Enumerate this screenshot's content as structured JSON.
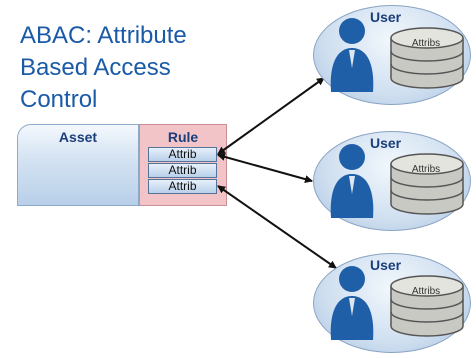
{
  "title": {
    "lines": [
      "ABAC: Attribute",
      "Based Access",
      "Control"
    ]
  },
  "asset": {
    "label": "Asset"
  },
  "rule": {
    "label": "Rule",
    "attribs": [
      "Attrib",
      "Attrib",
      "Attrib"
    ]
  },
  "users": [
    {
      "label": "User",
      "store_label": "Attribs"
    },
    {
      "label": "User",
      "store_label": "Attribs"
    },
    {
      "label": "User",
      "store_label": "Attribs"
    }
  ],
  "colors": {
    "title": "#1a5aa6",
    "user_figure": "#1f5fa8",
    "rule_fill": "#f2c4c8",
    "asset_fill": "#b8cfe9"
  }
}
